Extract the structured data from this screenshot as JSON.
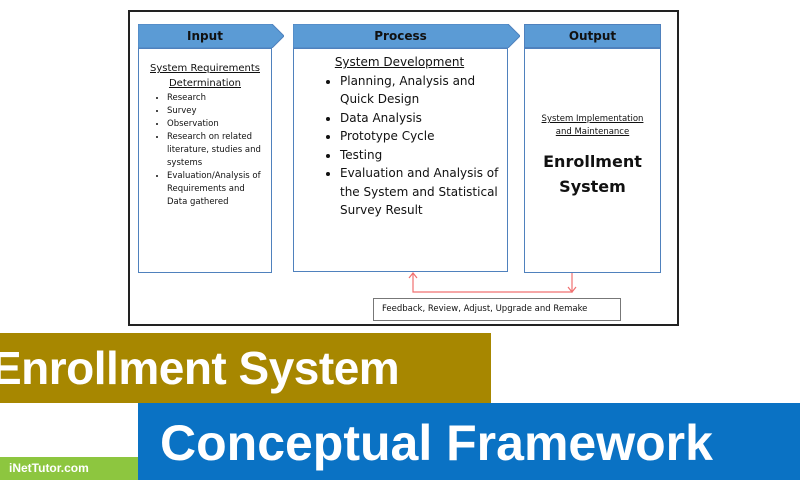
{
  "colors": {
    "header": "#5b9bd5",
    "box_border": "#4f81bd",
    "feedback_arrow": "#f07070",
    "title_band": "#a78700",
    "subtitle_band": "#0a72c4",
    "brand_band": "#8dc63f"
  },
  "input": {
    "header": "Input",
    "title_line1": "System Requirements",
    "title_line2": "Determination",
    "items": [
      "Research",
      "Survey",
      "Observation",
      "Research on related literature, studies and systems",
      "Evaluation/Analysis of Requirements and Data gathered"
    ]
  },
  "process": {
    "header": "Process",
    "title": "System Development",
    "items": [
      "Planning, Analysis and Quick Design",
      "Data Analysis",
      "Prototype Cycle",
      "Testing",
      "Evaluation and Analysis of the System and Statistical Survey Result"
    ]
  },
  "output": {
    "header": "Output",
    "subtitle_line1": "System Implementation",
    "subtitle_line2": "and Maintenance",
    "main_line1": "Enrollment",
    "main_line2": "System"
  },
  "feedback": "Feedback, Review, Adjust, Upgrade and Remake",
  "banner": {
    "title": "Enrollment System",
    "subtitle": "Conceptual Framework",
    "brand": "iNetTutor.com"
  }
}
